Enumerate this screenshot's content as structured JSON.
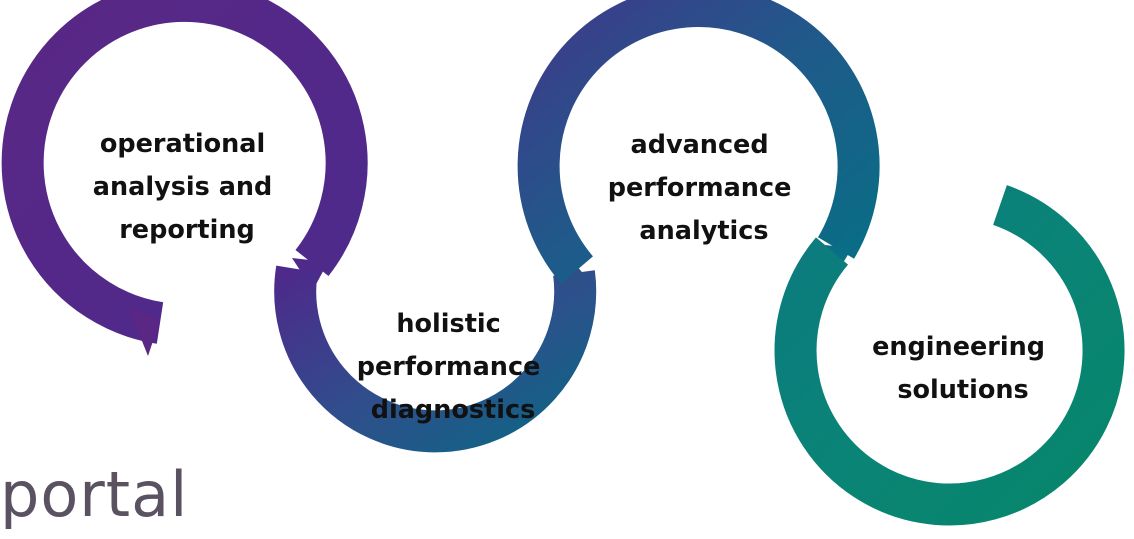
{
  "stages": [
    {
      "lines": [
        "operational",
        "analysis and",
        "reporting"
      ],
      "color_from": "#5b2a86",
      "color_to": "#4a2a8c"
    },
    {
      "lines": [
        "holistic",
        "performance",
        "diagnostics"
      ],
      "color_from": "#4b2d8a",
      "color_to": "#1a5e88"
    },
    {
      "lines": [
        "advanced",
        "performance",
        "analytics"
      ],
      "color_from": "#3b3f8a",
      "color_to": "#0b6f86"
    },
    {
      "lines": [
        "engineering",
        "solutions"
      ],
      "color_from": "#0b6f86",
      "color_to": "#0a8a6c"
    }
  ],
  "brand": {
    "text": "portal"
  }
}
